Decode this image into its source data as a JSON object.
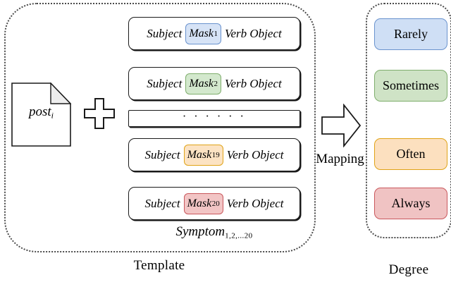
{
  "figure": {
    "groups": {
      "template": {
        "caption": "Template",
        "symptom_label": "Symptom",
        "symptom_subscript": "1,2,...20"
      },
      "degree": {
        "caption": "Degree"
      }
    },
    "input": {
      "doc_icon": "document-page-icon",
      "label": "post",
      "label_subscript": "i",
      "combine_operator": "plus-icon"
    },
    "mapping": {
      "label": "Mapping",
      "arrow_icon": "block-arrow-right-icon"
    },
    "template_rows": [
      {
        "left": "Subject",
        "mask": "Mask",
        "mask_subscript": "1",
        "right": "Verb Object",
        "fill": "#d6e3f6",
        "border": "#6a93ce",
        "is_ellipsis": false
      },
      {
        "left": "Subject",
        "mask": "Mask",
        "mask_subscript": "2",
        "right": "Verb Object",
        "fill": "#d3e8cd",
        "border": "#7fae6d",
        "is_ellipsis": false
      },
      {
        "ellipsis": "· · · · · ·",
        "is_ellipsis": true
      },
      {
        "left": "Subject",
        "mask": "Mask",
        "mask_subscript": "19",
        "right": "Verb Object",
        "fill": "#fce3c3",
        "border": "#e0a317",
        "is_ellipsis": false
      },
      {
        "left": "Subject",
        "mask": "Mask",
        "mask_subscript": "20",
        "right": "Verb Object",
        "fill": "#f2c5c5",
        "border": "#c9575c",
        "is_ellipsis": false
      }
    ],
    "degrees": [
      {
        "label": "Rarely",
        "fill": "#cfdff5",
        "border": "#6a93ce"
      },
      {
        "label": "Sometimes",
        "fill": "#cfe3c6",
        "border": "#7fae6d"
      },
      {
        "label": "Often",
        "fill": "#fce0bf",
        "border": "#e0a317"
      },
      {
        "label": "Always",
        "fill": "#f0c3c3",
        "border": "#c9575c"
      }
    ]
  }
}
